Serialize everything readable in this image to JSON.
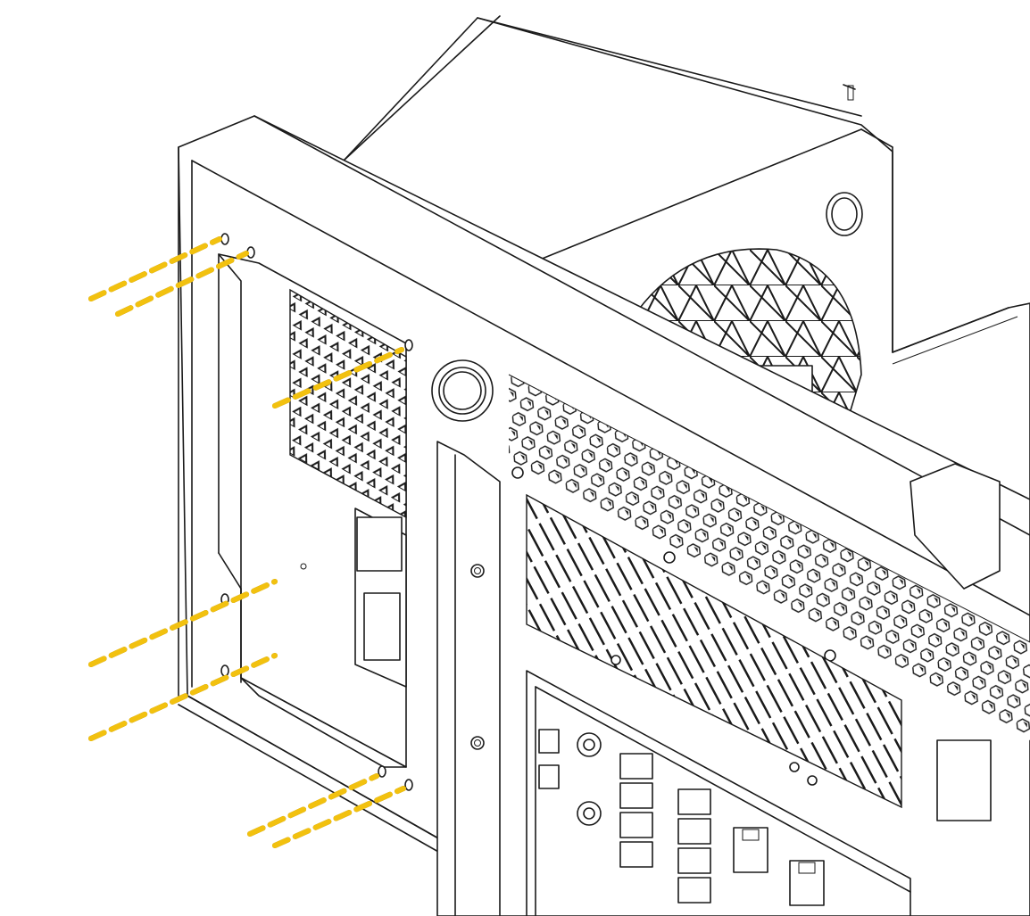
{
  "diagram": {
    "kind": "isometric line drawing of computer chassis rear with power-supply bracket being fastened",
    "labels": [],
    "colors": {
      "screw_path": "#f2c10f",
      "screw_outline": "#8a6a00",
      "line": "#1a1a1a",
      "background": "#ffffff"
    },
    "screws": {
      "count": 7,
      "groups": [
        {
          "name": "upper-left-pair",
          "count": 2
        },
        {
          "name": "middle-single",
          "count": 1
        },
        {
          "name": "lower-left-pair",
          "count": 2
        },
        {
          "name": "bottom-pair",
          "count": 2
        }
      ]
    },
    "icons": [
      "mesh-vent-icon",
      "usb-port-icon",
      "ethernet-port-icon",
      "audio-jack-icon"
    ]
  }
}
